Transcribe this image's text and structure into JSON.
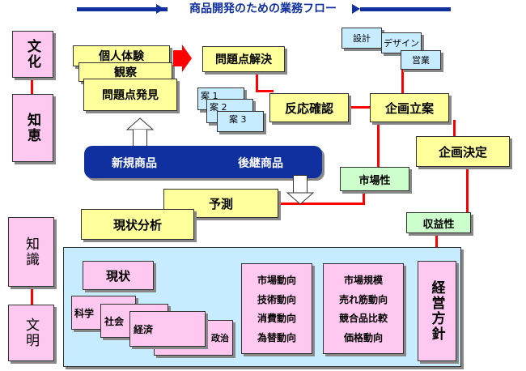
{
  "title": "商品開発のための業務フロー",
  "colors": {
    "red": "#ff0000",
    "navy": "#1030a0",
    "pink": "#ffc8f0",
    "yellow": "#ffff9c",
    "green": "#ccffcc",
    "blue": "#c8ecff"
  },
  "left_column": {
    "culture": "文化",
    "wisdom": "知恵",
    "knowledge": "知識",
    "civilization": "文明"
  },
  "experience_stack": [
    "個人体験",
    "観察",
    "問題点発見"
  ],
  "problem_solving": "問題点解決",
  "proposals": [
    "案 1",
    "案 2",
    "案 3"
  ],
  "reaction_check": "反応確認",
  "planning": "企画立案",
  "plan_decision": "企画決定",
  "teams": [
    "設計",
    "デザイン",
    "営業"
  ],
  "banner": {
    "new_product": "新規商品",
    "follow_product": "後継商品"
  },
  "market": "市場性",
  "forecast": "予測",
  "current_analysis": "現状分析",
  "profitability": "収益性",
  "current_state": "現状",
  "fields": [
    "科学",
    "社会",
    "経済",
    "政治"
  ],
  "trends": [
    "市場動向",
    "技術動向",
    "消費動向",
    "為替動向"
  ],
  "market_items": [
    "市場規模",
    "売れ筋動向",
    "競合品比較",
    "価格動向"
  ],
  "policy": "経営方針"
}
